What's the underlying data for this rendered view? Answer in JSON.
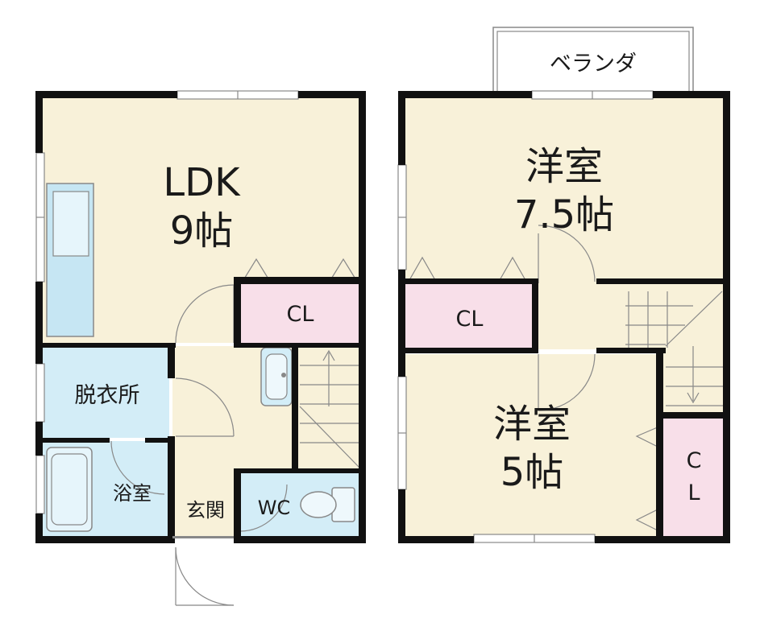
{
  "rooms": {
    "ldk_name": "LDK",
    "ldk_size": "9帖",
    "cl_1f": "CL",
    "changing": "脱衣所",
    "bath": "浴室",
    "entrance": "玄関",
    "wc": "WC",
    "veranda": "ベランダ",
    "western_large_name": "洋室",
    "western_large_size": "7.5帖",
    "cl_2f_left": "CL",
    "western_small_name": "洋室",
    "western_small_size": "5帖",
    "cl_2f_right": "C\nL"
  },
  "colors": {
    "floor_main": "#f8f1d9",
    "closet": "#f8dfe9",
    "wet_area": "#d3edf7",
    "wall": "#111111",
    "line": "#888888"
  }
}
